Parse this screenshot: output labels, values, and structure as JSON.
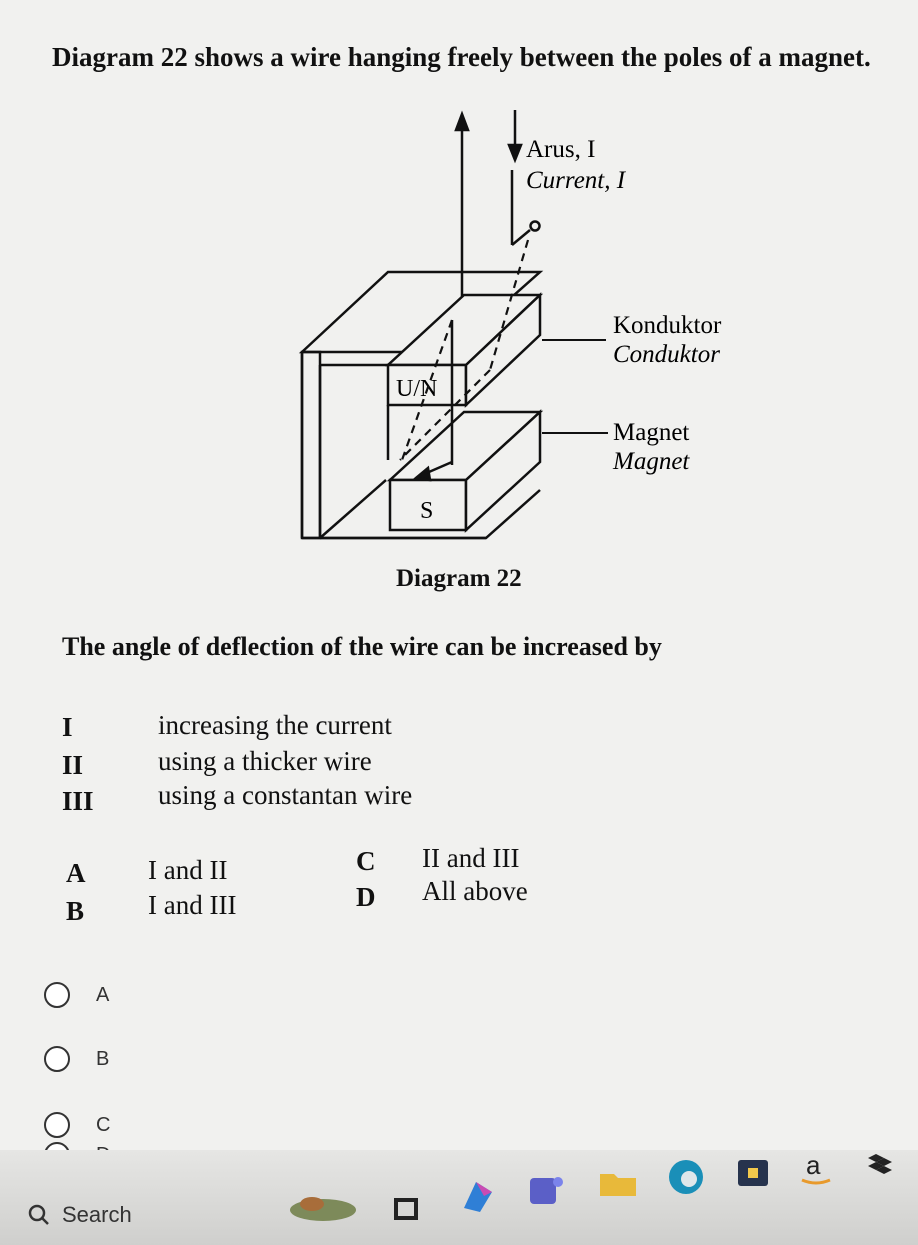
{
  "question": {
    "intro": "Diagram 22 shows a wire hanging freely between the poles of a magnet.",
    "diagram": {
      "label_arus": "Arus, I",
      "label_current": "Current, I",
      "label_konduktor": "Konduktor",
      "label_conduktor": "Conduktor",
      "label_magnet_my": "Magnet",
      "label_magnet_en": "Magnet",
      "pole_north": "U/N",
      "pole_south": "S",
      "caption": "Diagram 22"
    },
    "prompt": "The angle of deflection of the wire can be increased by",
    "statements": [
      {
        "num": "I",
        "text": "increasing the current"
      },
      {
        "num": "II",
        "text": "using a thicker wire"
      },
      {
        "num": "III",
        "text": "using a constantan wire"
      }
    ],
    "answers": [
      {
        "letter": "A",
        "text": "I and II"
      },
      {
        "letter": "B",
        "text": "I and III"
      },
      {
        "letter": "C",
        "text": "II and III"
      },
      {
        "letter": "D",
        "text": "All above"
      }
    ]
  },
  "options": [
    "A",
    "B",
    "C",
    "D"
  ],
  "taskbar": {
    "search_label": "Search",
    "icons": [
      "widgets-icon",
      "file-explorer-icon",
      "copilot-icon",
      "teams-icon",
      "folder-icon",
      "edge-icon",
      "store-icon",
      "amazon-icon",
      "dropbox-icon"
    ]
  }
}
